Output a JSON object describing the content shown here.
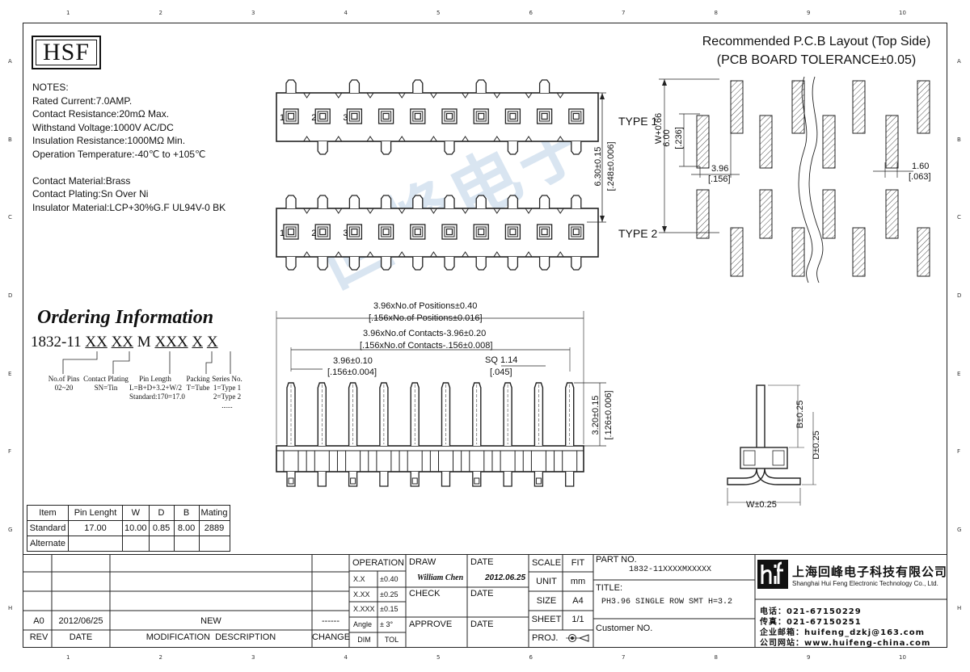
{
  "logo": "HSF",
  "zone_numbers": [
    "1",
    "2",
    "3",
    "4",
    "5",
    "6",
    "7",
    "8",
    "9",
    "10"
  ],
  "zone_letters": [
    "A",
    "B",
    "C",
    "D",
    "E",
    "F",
    "G",
    "H"
  ],
  "notes": [
    "NOTES:",
    "Rated Current:7.0AMP.",
    "Contact Resistance:20mΩ Max.",
    "Withstand Voltage:1000V AC/DC",
    "Insulation Resistance:1000MΩ Min.",
    "Operation Temperature:-40℃ to +105℃",
    "",
    "Contact Material:Brass",
    "Contact Plating:Sn Over Ni",
    "Insulator Material:LCP+30%G.F UL94V-0 BK"
  ],
  "pcb": {
    "title_line1": "Recommended P.C.B Layout (Top Side)",
    "title_line2": "(PCB BOARD TOLERANCE±0.05)",
    "dim_w": "W+0.66",
    "dim_600": "6.00",
    "dim_236": "[.236]",
    "dim_396": "3.96",
    "dim_156": "[.156]",
    "dim_160": "1.60",
    "dim_063": "[.063]"
  },
  "type_labels": {
    "type1": "TYPE 1",
    "type2": "TYPE 2"
  },
  "pin_numbers": [
    "1",
    "2",
    "3"
  ],
  "top_dims": {
    "d630": "6.30±0.15",
    "d248": "[.248±0.006]"
  },
  "front_dims": {
    "a1": "3.96xNo.of Positions±0.40",
    "a2": "[.156xNo.of Positions±0.016]",
    "b1": "3.96xNo.of Contacts-3.96±0.20",
    "b2": "[.156xNo.of Contacts-.156±0.008]",
    "c1": "3.96±0.10",
    "c2": "[.156±0.004]",
    "sq1": "SQ 1.14",
    "sq2": "[.045]",
    "h1": "3.20±0.15",
    "h2": "[.126±0.006]"
  },
  "side_dims": {
    "b": "B±0.25",
    "d": "D±0.25",
    "w": "W±0.25"
  },
  "ordering": {
    "title": "Ordering Information",
    "prefix": "1832-11",
    "code_parts": [
      "XX",
      "XX",
      "M",
      "XXX",
      "X",
      "X"
    ],
    "labels": [
      "No.of Pins\n02~20",
      "Contact Plating\nSN=Tin",
      "Pin Length\nL=B+D+3.2+W/2\nStandard:170=17.0",
      "Packing\nT=Tube",
      "Series No.\n1=Type 1\n2=Type 2\n......"
    ]
  },
  "item_table": {
    "headers": [
      "Item",
      "Pin Lenght",
      "W",
      "D",
      "B",
      "Mating"
    ],
    "rows": [
      [
        "Standard",
        "17.00",
        "10.00",
        "0.85",
        "8.00",
        "2889"
      ],
      [
        "Alternate",
        "",
        "",
        "",
        "",
        ""
      ]
    ]
  },
  "revision": {
    "rev": "A0",
    "date": "2012/06/25",
    "desc": "NEW",
    "change": "------",
    "headers": [
      "REV",
      "DATE",
      "MODIFICATION  DESCRIPTION",
      "CHANGE"
    ]
  },
  "tolerance": {
    "title": "OPERATION",
    "rows": [
      [
        "X.X",
        "±0.40"
      ],
      [
        "X.XX",
        "±0.25"
      ],
      [
        "X.XXX",
        "±0.15"
      ],
      [
        "Angle",
        "± 3°"
      ]
    ],
    "footer": [
      "DIM",
      "TOL"
    ]
  },
  "signoff": {
    "draw": "DRAW",
    "drawer": "William Chen",
    "date_label": "DATE",
    "draw_date": "2012.06.25",
    "check": "CHECK",
    "approve": "APPROVE"
  },
  "scale": {
    "scale": "SCALE",
    "fit": "FIT",
    "unit": "UNIT",
    "mm": "mm",
    "size": "SIZE",
    "a4": "A4",
    "sheet": "SHEET",
    "sheet_val": "1/1",
    "proj": "PROJ."
  },
  "part": {
    "label": "PART NO.",
    "value": "1832-11XXXXMXXXXX",
    "title_label": "TITLE:",
    "title_value": "PH3.96 SINGLE ROW SMT H=3.2",
    "customer": "Customer NO."
  },
  "company": {
    "cn_name": "上海回峰电子科技有限公司",
    "en_name": "Shanghai Hui Feng Electronic Technology Co., Ltd.",
    "tel": "电话：021-67150229",
    "fax": "传真：021-67150251",
    "email": "企业邮箱：huifeng_dzkj@163.com",
    "web": "公司网站：www.huifeng-china.com"
  },
  "watermark": "回峰电子"
}
